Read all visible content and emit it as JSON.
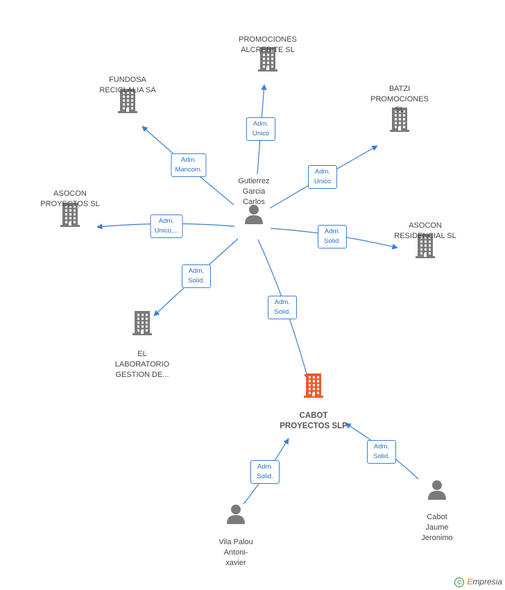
{
  "colors": {
    "edge": "#3a7fd5",
    "company": "#7a7a7a",
    "focus": "#f05a2a",
    "person": "#7a7a7a"
  },
  "nodes": [
    {
      "id": "promociones",
      "type": "company",
      "label": "PROMOCIONES\nALCREBITE  SL"
    },
    {
      "id": "fundosa",
      "type": "company",
      "label": "FUNDOSA\nRECICLALIA SA"
    },
    {
      "id": "batzi",
      "type": "company",
      "label": "BATZI\nPROMOCIONES\nSL"
    },
    {
      "id": "asocon-proy",
      "type": "company",
      "label": "ASOCON\nPROYECTOS  SL"
    },
    {
      "id": "asocon-res",
      "type": "company",
      "label": "ASOCON\nRESIDENCIAL SL"
    },
    {
      "id": "laboratorio",
      "type": "company",
      "label": "EL\nLABORATORIO\nGESTION DE..."
    },
    {
      "id": "cabot-proy",
      "type": "focus",
      "label": "CABOT\nPROYECTOS SLP"
    },
    {
      "id": "gutierrez",
      "type": "person",
      "label": "Gutierrez\nGarcia\nCarlos"
    },
    {
      "id": "vila",
      "type": "person",
      "label": "Vila Palou\nAntoni-\nxavier"
    },
    {
      "id": "cabot-jaume",
      "type": "person",
      "label": "Cabot\nJaume\nJeronimo"
    }
  ],
  "edges": [
    {
      "from": "gutierrez",
      "to": "promociones",
      "label": "Adm.\nUnico"
    },
    {
      "from": "gutierrez",
      "to": "fundosa",
      "label": "Adm.\nMancom."
    },
    {
      "from": "gutierrez",
      "to": "batzi",
      "label": "Adm.\nUnico"
    },
    {
      "from": "gutierrez",
      "to": "asocon-proy",
      "label": "Adm.\nUnico,..."
    },
    {
      "from": "gutierrez",
      "to": "asocon-res",
      "label": "Adm.\nSolid."
    },
    {
      "from": "gutierrez",
      "to": "laboratorio",
      "label": "Adm.\nSolid."
    },
    {
      "from": "gutierrez",
      "to": "cabot-proy",
      "label": "Adm.\nSolid."
    },
    {
      "from": "vila",
      "to": "cabot-proy",
      "label": "Adm.\nSolid."
    },
    {
      "from": "cabot-jaume",
      "to": "cabot-proy",
      "label": "Adm.\nSolid."
    }
  ],
  "footer": {
    "copyright": "©",
    "brand_first": "E",
    "brand_rest": "mpresia"
  }
}
